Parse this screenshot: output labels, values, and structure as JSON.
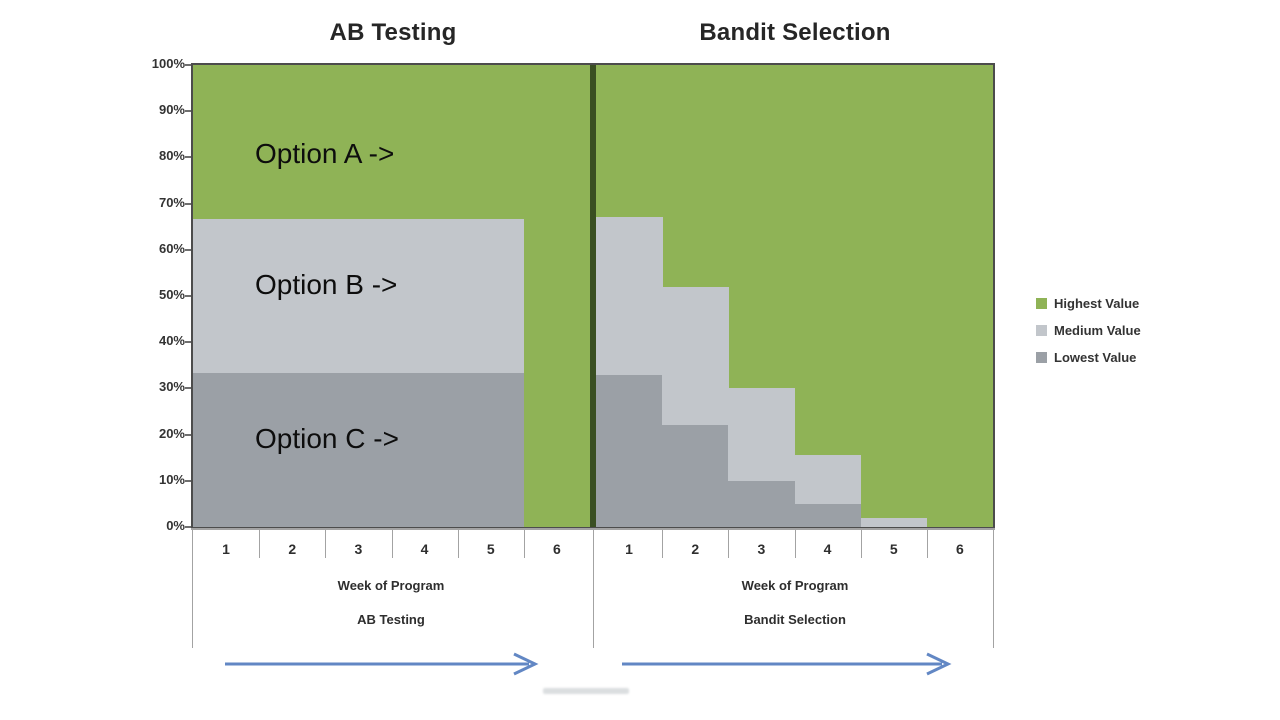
{
  "titles": {
    "left": "AB Testing",
    "right": "Bandit Selection"
  },
  "annotations": {
    "option_a": "Option A ->",
    "option_b": "Option B ->",
    "option_c": "Option C ->"
  },
  "y_axis": {
    "ticks": [
      "100%",
      "90%",
      "80%",
      "70%",
      "60%",
      "50%",
      "40%",
      "30%",
      "20%",
      "10%",
      "0%"
    ]
  },
  "x_axis": {
    "weeks": [
      "1",
      "2",
      "3",
      "4",
      "5",
      "6"
    ],
    "axis_label": "Week of Program",
    "left_sublabel": "AB Testing",
    "right_sublabel": "Bandit Selection"
  },
  "legend": [
    {
      "label": "Highest Value",
      "color": "#8fb356"
    },
    {
      "label": "Medium Value",
      "color": "#c2c6cb"
    },
    {
      "label": "Lowest Value",
      "color": "#9ba0a6"
    }
  ],
  "colors": {
    "highest": "#8fb356",
    "medium": "#c2c6cb",
    "lowest": "#9ba0a6",
    "separator": "#3a4f22",
    "frame_border": "#4c4c4c",
    "arrow": "#6287c4"
  },
  "chart_data": [
    {
      "type": "area",
      "stacked": true,
      "title": "AB Testing",
      "categories": [
        1,
        2,
        3,
        4,
        5,
        6
      ],
      "series": [
        {
          "name": "Lowest Value",
          "values": [
            33.3,
            33.3,
            33.3,
            33.3,
            33.3,
            0
          ]
        },
        {
          "name": "Medium Value",
          "values": [
            33.4,
            33.4,
            33.4,
            33.4,
            33.4,
            0
          ]
        },
        {
          "name": "Highest Value",
          "values": [
            33.3,
            33.3,
            33.3,
            33.3,
            33.3,
            100
          ]
        }
      ],
      "xlabel": "Week of Program",
      "ylabel": "",
      "ylim": [
        0,
        100
      ],
      "grid": false,
      "legend_position": "right"
    },
    {
      "type": "area",
      "stacked": true,
      "title": "Bandit Selection",
      "categories": [
        1,
        2,
        3,
        4,
        5,
        6
      ],
      "series": [
        {
          "name": "Lowest Value",
          "values": [
            33,
            22,
            10,
            5,
            0,
            0
          ]
        },
        {
          "name": "Medium Value",
          "values": [
            34,
            30,
            20,
            10.5,
            2,
            0
          ]
        },
        {
          "name": "Highest Value",
          "values": [
            33,
            48,
            70,
            84.5,
            98,
            100
          ]
        }
      ],
      "xlabel": "Week of Program",
      "ylabel": "",
      "ylim": [
        0,
        100
      ],
      "grid": false,
      "legend_position": "right"
    }
  ]
}
